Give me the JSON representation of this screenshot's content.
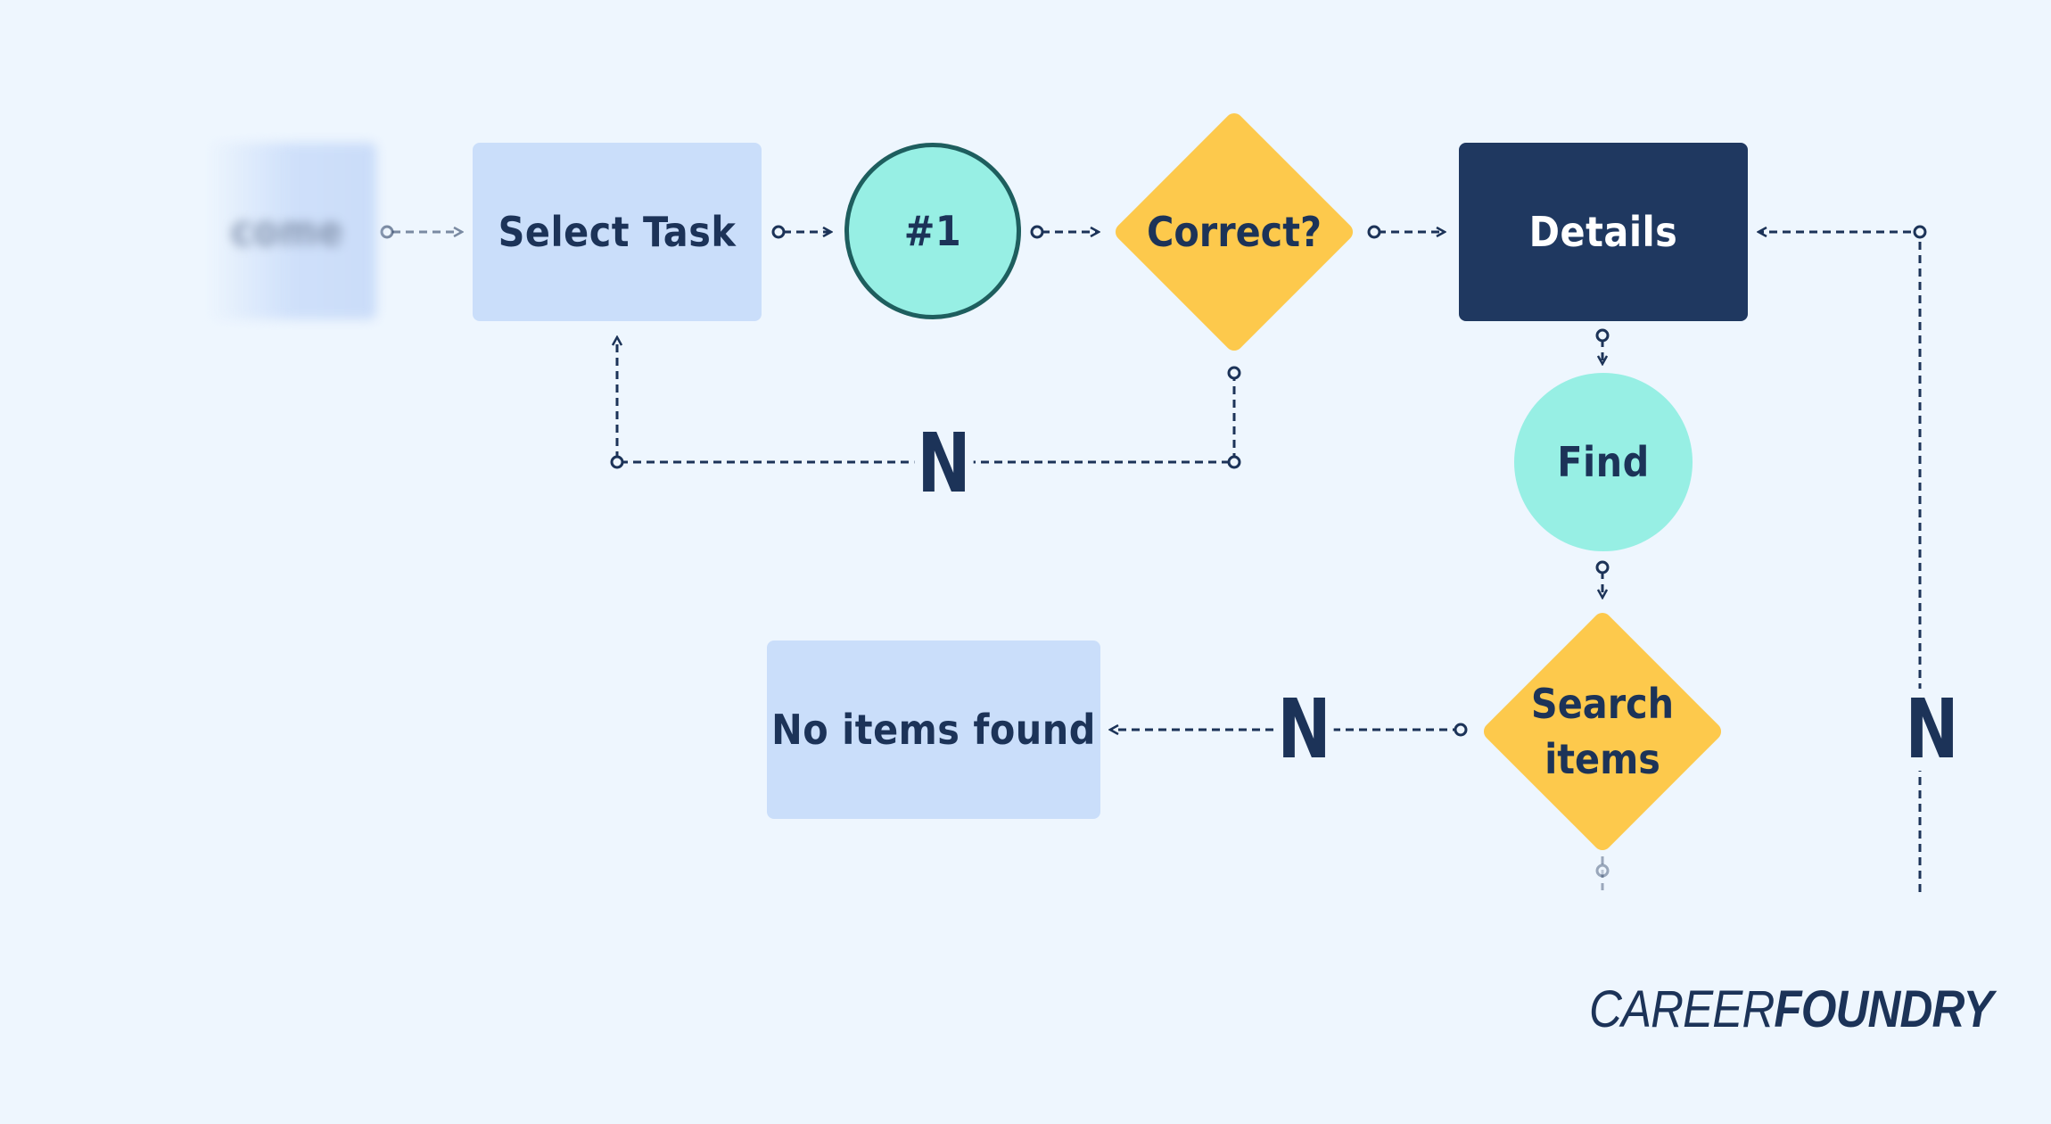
{
  "nodes": {
    "welcome": "come",
    "select_task": "Select Task",
    "step_number": "#1",
    "correct": "Correct?",
    "details": "Details",
    "find": "Find",
    "search_items_line1": "Search",
    "search_items_line2": "items",
    "no_items_found": "No items found"
  },
  "edge_labels": {
    "no_correct": "N",
    "no_search": "N",
    "no_right": "N"
  },
  "logo": {
    "part1": "CAREER",
    "part2": "FOUNDRY"
  },
  "colors": {
    "background": "#eef6fe",
    "light_blue": "#cadefa",
    "teal": "#97efe4",
    "teal_border": "#1e5e5e",
    "yellow": "#fdc94c",
    "navy": "#1f3860",
    "ink": "#1c3358"
  }
}
